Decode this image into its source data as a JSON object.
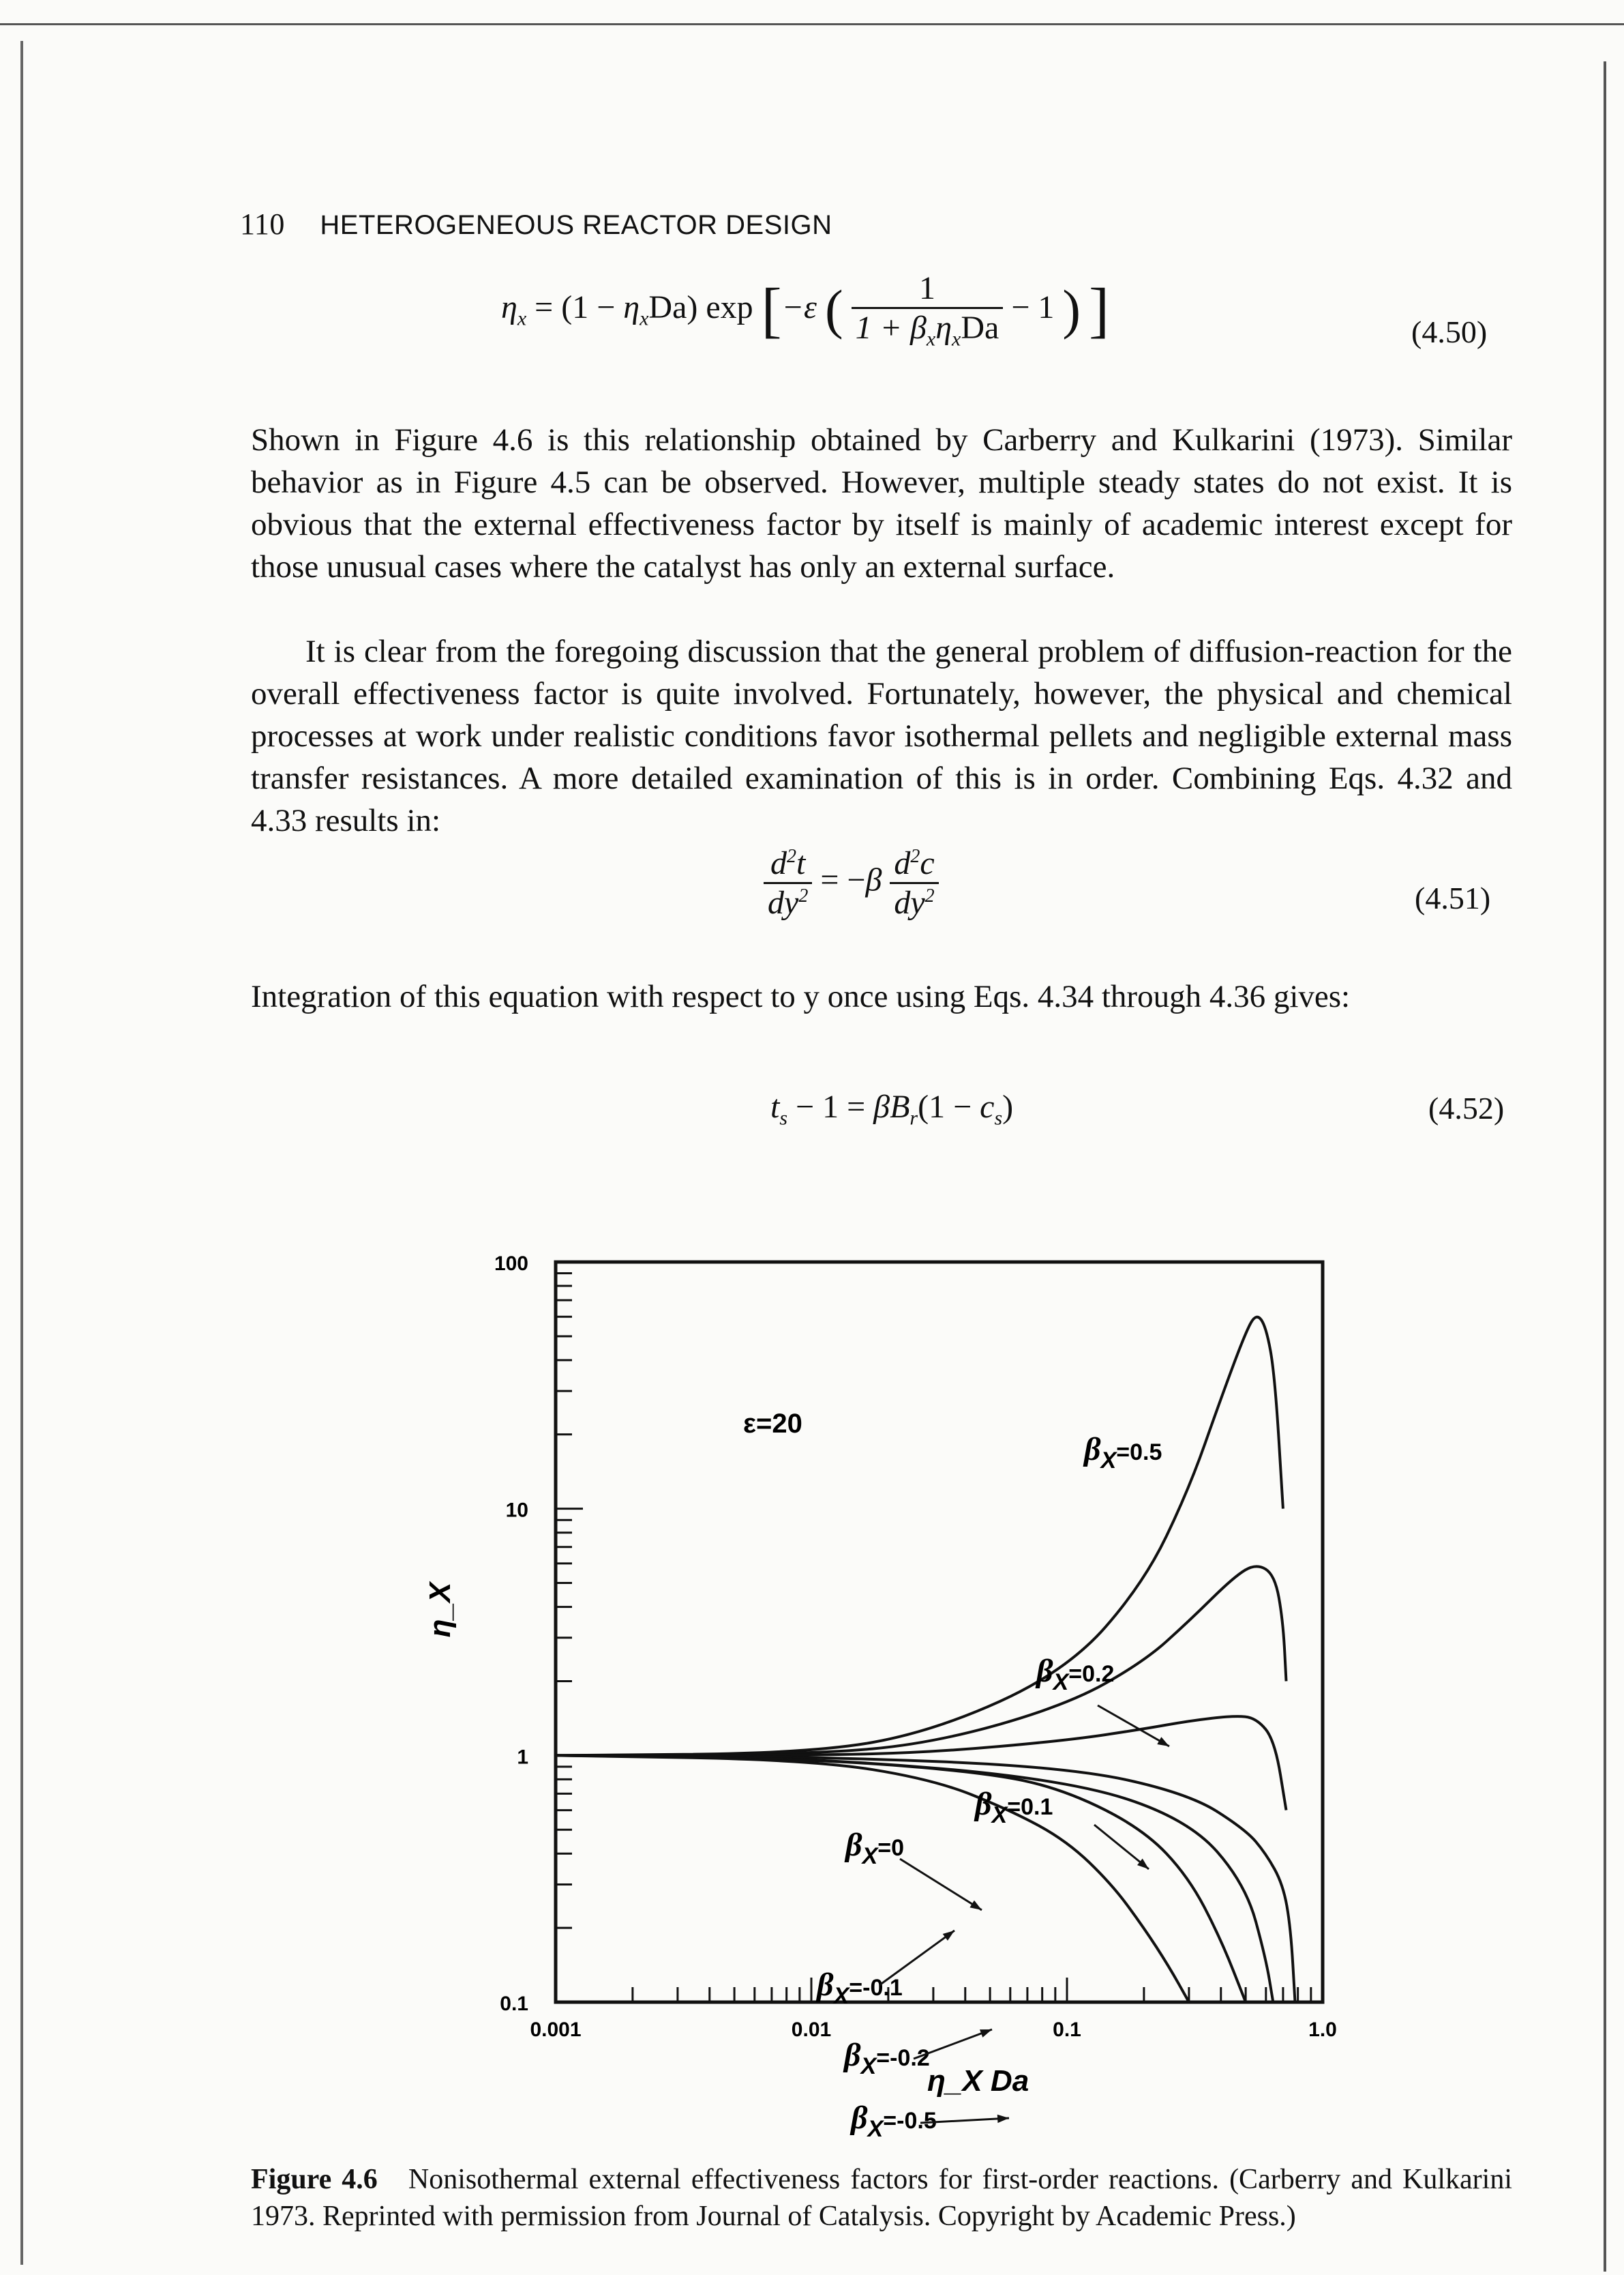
{
  "header": {
    "page_number": "110",
    "running_title": "HETEROGENEOUS REACTOR DESIGN"
  },
  "equations": {
    "eq450_text": "η_x = (1 − η_x Da) exp [ −ε ( 1 / (1 + β_x η_x Da) − 1 ) ]",
    "eq450_number": "(4.50)",
    "eq451_text": "d²t/dy² = −β d²c/dy²",
    "eq451_number": "(4.51)",
    "eq452_text": "t_s − 1 = β B_r (1 − c_s)",
    "eq452_number": "(4.52)"
  },
  "paragraphs": {
    "p1": "Shown in Figure 4.6 is this relationship obtained by Carberry and Kulkarini (1973). Similar behavior as in Figure 4.5 can be observed. However, multiple steady states do not exist. It is obvious that the external effectiveness factor by itself is mainly of academic interest except for those unusual cases where the catalyst has only an external surface.",
    "p2": "It is clear from the foregoing discussion that the general problem of diffusion-reaction for the overall effectiveness factor is quite involved. Fortunately, however, the physical and chemical processes at work under realistic conditions favor isothermal pellets and negligible external mass transfer resistances. A more detailed examination of this is in order. Combining Eqs. 4.32 and 4.33 results in:",
    "p3": "Integration of this equation with respect to y once using Eqs. 4.34 through 4.36 gives:"
  },
  "figure": {
    "caption_label": "Figure 4.6",
    "caption_text": "Nonisothermal external effectiveness factors for first-order reactions. (Carberry and Kulkarini 1973. Reprinted with permission from Journal of Catalysis. Copyright by Academic Press.)"
  },
  "chart_data": {
    "type": "line",
    "title": "",
    "xlabel": "η_X Da",
    "ylabel": "η_X",
    "x_scale": "log",
    "y_scale": "log",
    "xlim": [
      0.001,
      1.0
    ],
    "ylim": [
      0.1,
      100
    ],
    "x_tick_labels": [
      "0.001",
      "0.01",
      "0.1",
      "1.0"
    ],
    "y_tick_labels": [
      "0.1",
      "1",
      "10",
      "100"
    ],
    "annotation": "ε=20",
    "series": [
      {
        "name": "β_X=0.5",
        "label_main": "β",
        "label_sub": "X",
        "label_val": "=0.5",
        "x": [
          0.001,
          0.01,
          0.03,
          0.1,
          0.2,
          0.3,
          0.4,
          0.5,
          0.55,
          0.6,
          0.65,
          0.7
        ],
        "y": [
          1,
          1.02,
          1.25,
          2.2,
          5,
          12,
          28,
          52,
          62,
          55,
          35,
          10
        ]
      },
      {
        "name": "β_X=0.2",
        "label_main": "β",
        "label_sub": "X",
        "label_val": "=0.2",
        "x": [
          0.001,
          0.01,
          0.03,
          0.1,
          0.2,
          0.3,
          0.45,
          0.55,
          0.65,
          0.7,
          0.72
        ],
        "y": [
          1,
          1.01,
          1.12,
          1.6,
          2.4,
          3.5,
          5.3,
          6,
          5.4,
          3.5,
          2
        ]
      },
      {
        "name": "β_X=0.1",
        "label_main": "β",
        "label_sub": "X",
        "label_val": "=0.1",
        "x": [
          0.001,
          0.01,
          0.03,
          0.1,
          0.2,
          0.3,
          0.45,
          0.55,
          0.65,
          0.72
        ],
        "y": [
          1,
          1.0,
          1.03,
          1.15,
          1.28,
          1.38,
          1.45,
          1.42,
          1.15,
          0.6
        ]
      },
      {
        "name": "β_X=0",
        "label_main": "β",
        "label_sub": "X",
        "label_val": "=0",
        "x": [
          0.001,
          0.01,
          0.1,
          0.3,
          0.5,
          0.6,
          0.7,
          0.75,
          0.78
        ],
        "y": [
          1,
          0.99,
          0.9,
          0.7,
          0.5,
          0.4,
          0.3,
          0.2,
          0.1
        ]
      },
      {
        "name": "β_X=-0.1",
        "label_main": "β",
        "label_sub": "X",
        "label_val": "=-0.1",
        "x": [
          0.001,
          0.01,
          0.1,
          0.3,
          0.5,
          0.6,
          0.64
        ],
        "y": [
          1,
          0.98,
          0.8,
          0.55,
          0.3,
          0.15,
          0.1
        ]
      },
      {
        "name": "β_X=-0.2",
        "label_main": "β",
        "label_sub": "X",
        "label_val": "=-0.2",
        "x": [
          0.001,
          0.01,
          0.05,
          0.1,
          0.2,
          0.3,
          0.4,
          0.5
        ],
        "y": [
          1,
          0.97,
          0.85,
          0.72,
          0.5,
          0.32,
          0.18,
          0.1
        ]
      },
      {
        "name": "β_X=-0.5",
        "label_main": "β",
        "label_sub": "X",
        "label_val": "=-0.5",
        "x": [
          0.001,
          0.01,
          0.03,
          0.06,
          0.1,
          0.15,
          0.2,
          0.25,
          0.3
        ],
        "y": [
          1,
          0.96,
          0.8,
          0.6,
          0.45,
          0.3,
          0.2,
          0.14,
          0.1
        ]
      }
    ]
  }
}
